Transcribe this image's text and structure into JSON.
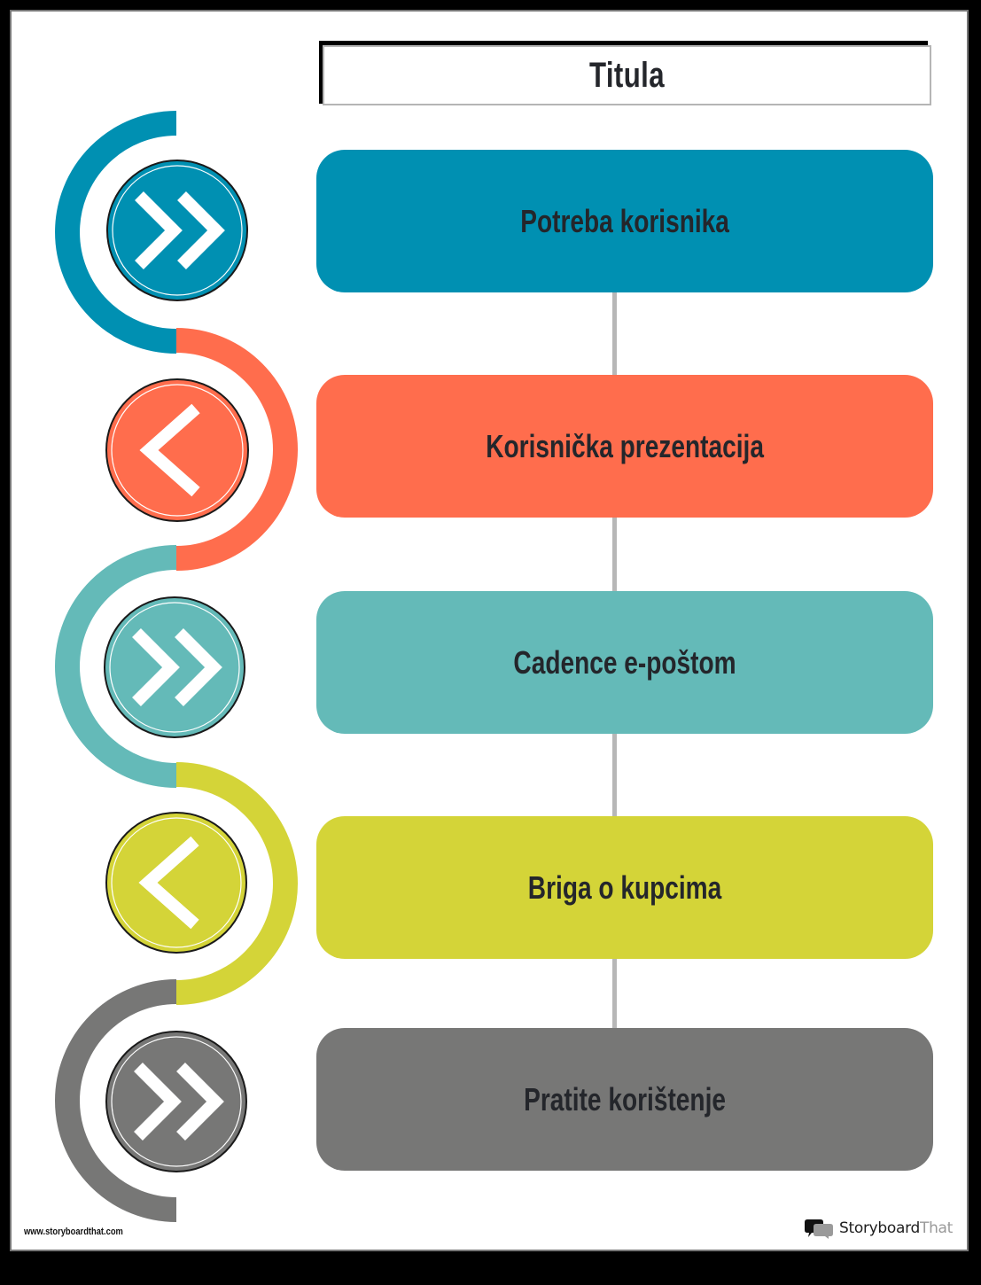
{
  "title": "Titula",
  "steps": [
    {
      "label": "Potreba korisnika",
      "color": "#0090b2",
      "icon": "double-chevron-right-icon",
      "arc_side": "left"
    },
    {
      "label": "Korisnička prezentacija",
      "color": "#ff6d4d",
      "icon": "chevron-left-icon",
      "arc_side": "right"
    },
    {
      "label": "Cadence e-poštom",
      "color": "#64bab8",
      "icon": "double-chevron-right-icon",
      "arc_side": "left"
    },
    {
      "label": "Briga o kupcima",
      "color": "#d4d438",
      "icon": "chevron-left-icon",
      "arc_side": "right"
    },
    {
      "label": "Pratite korištenje",
      "color": "#777776",
      "icon": "double-chevron-right-icon",
      "arc_side": "left"
    }
  ],
  "colors": {
    "text": "#24262b",
    "connector": "#b7b7b7",
    "page_border": "#777777",
    "background": "#000000"
  },
  "footer": {
    "url": "www.storyboardthat.com",
    "logo_primary": "Storyboard",
    "logo_secondary": "That"
  }
}
